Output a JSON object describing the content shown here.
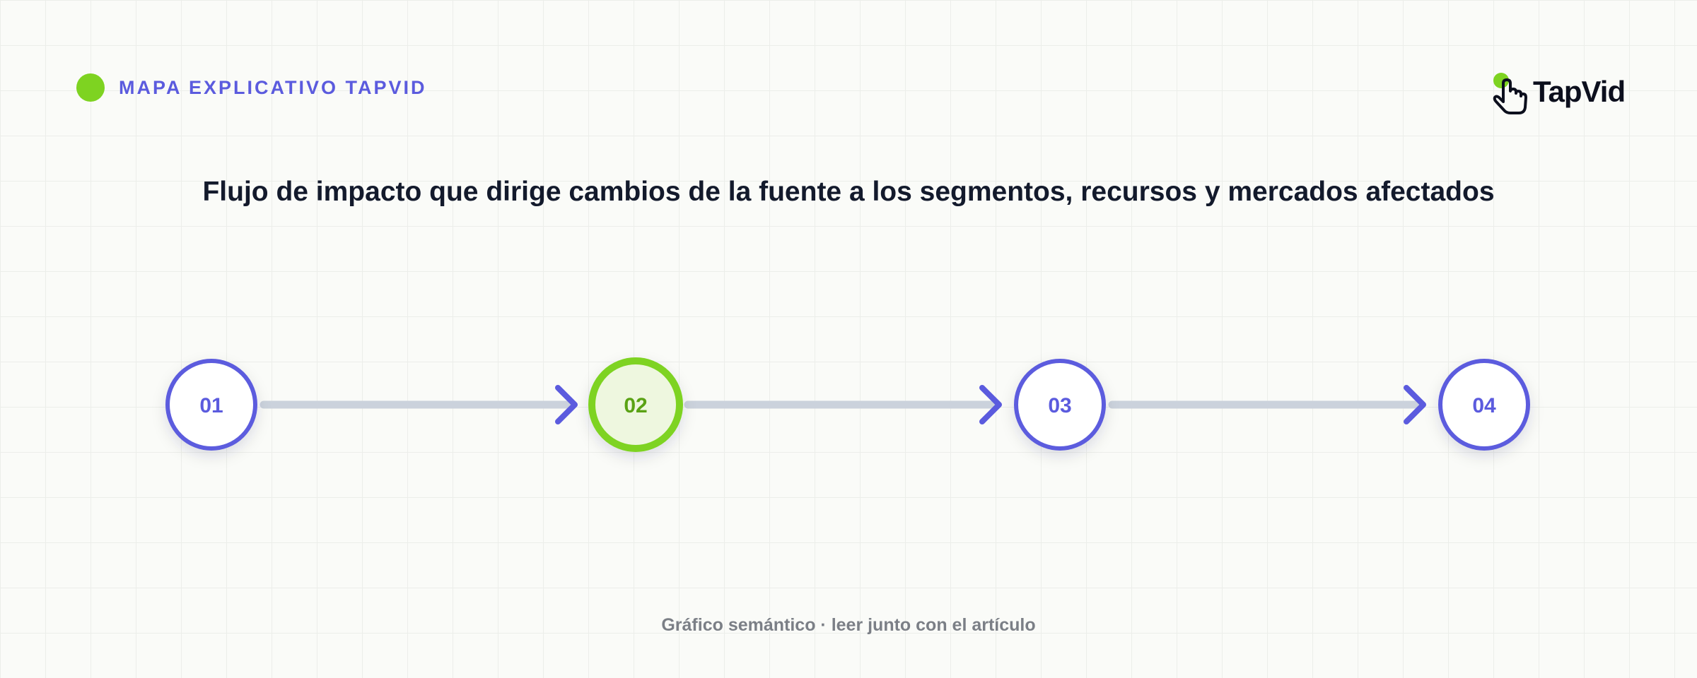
{
  "header": {
    "label": "MAPA EXPLICATIVO TAPVID",
    "dot_color": "#7ed321",
    "label_color": "#5b5bde"
  },
  "logo": {
    "text": "TapVid",
    "icon": "pointer-hand-icon"
  },
  "title": "Flujo de impacto que dirige cambios de la fuente a los segmentos, recursos y mercados afectados",
  "flow": {
    "nodes": [
      {
        "label": "01",
        "highlighted": false
      },
      {
        "label": "02",
        "highlighted": true
      },
      {
        "label": "03",
        "highlighted": false
      },
      {
        "label": "04",
        "highlighted": false
      }
    ],
    "colors": {
      "accent": "#5b5bde",
      "highlight": "#7ed321",
      "highlight_fill": "#eef7df",
      "highlight_text": "#5aa214",
      "connector": "#cbd2dc"
    }
  },
  "footer": "Gráfico semántico · leer junto con el artículo"
}
